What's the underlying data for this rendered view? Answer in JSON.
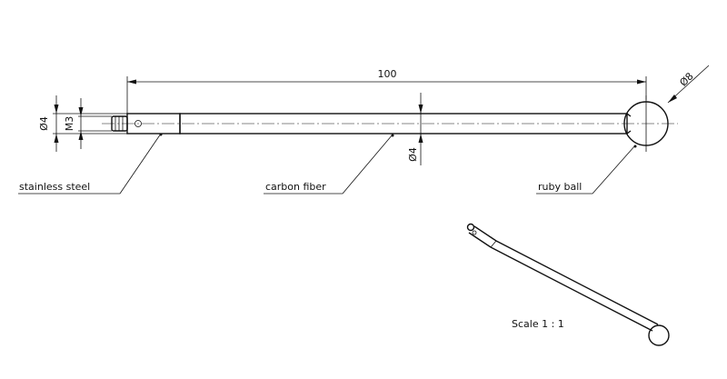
{
  "dimensions": {
    "length": "100",
    "ball_diameter": "Ø8",
    "shaft_diameter_left": "Ø4",
    "thread": "M3",
    "shaft_diameter_mid": "Ø4"
  },
  "labels": {
    "stainless_steel": "stainless steel",
    "carbon_fiber": "carbon fiber",
    "ruby_ball": "ruby ball"
  },
  "scale": "Scale 1 : 1"
}
